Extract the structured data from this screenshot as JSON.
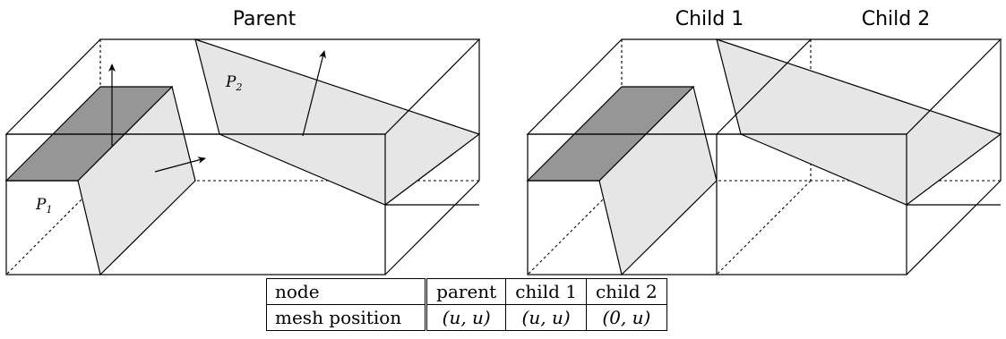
{
  "figure": {
    "left_title": "Parent",
    "right_titles": [
      "Child 1",
      "Child 2"
    ],
    "plane_labels": {
      "p1": {
        "symbol": "P",
        "sub": "1"
      },
      "p2": {
        "symbol": "P",
        "sub": "2"
      }
    },
    "colors": {
      "light_face": "#e6e6e6",
      "dark_face": "#969696",
      "line": "#000000"
    }
  },
  "table": {
    "header": {
      "label": "node",
      "values": [
        "parent",
        "child 1",
        "child 2"
      ]
    },
    "row": {
      "label": "mesh position",
      "values": [
        "(u, u)",
        "(u, u)",
        "(0, u)"
      ]
    }
  }
}
